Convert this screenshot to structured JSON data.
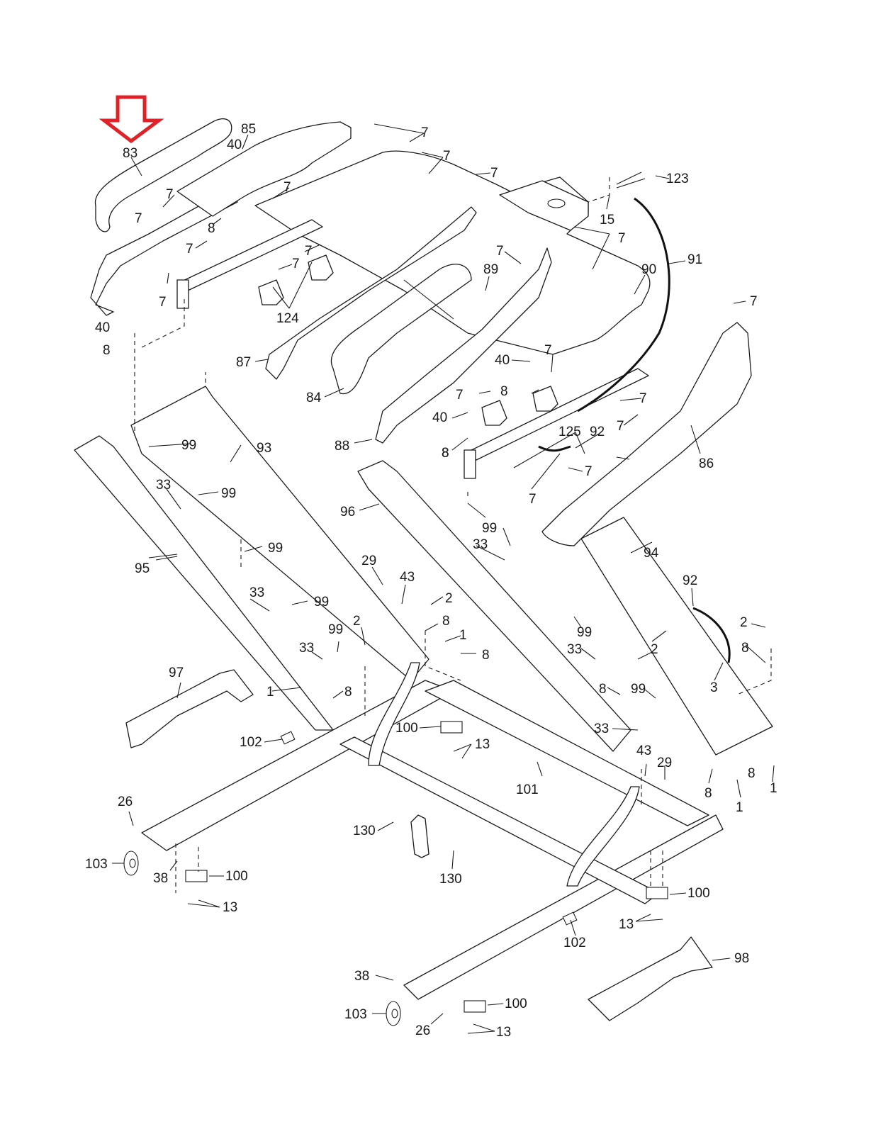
{
  "diagram": {
    "title": "Treadmill frame exploded parts diagram",
    "highlight": {
      "part": "83",
      "indicator": "down-arrow",
      "color": "#e02128"
    },
    "callouts": [
      {
        "id": "c83",
        "text": "83"
      },
      {
        "id": "c85",
        "text": "85"
      },
      {
        "id": "c40a",
        "text": "40"
      },
      {
        "id": "c7a",
        "text": "7"
      },
      {
        "id": "c7b",
        "text": "7"
      },
      {
        "id": "c7c",
        "text": "7"
      },
      {
        "id": "c7d",
        "text": "7"
      },
      {
        "id": "c7e",
        "text": "7"
      },
      {
        "id": "c7f",
        "text": "7"
      },
      {
        "id": "c7g",
        "text": "7"
      },
      {
        "id": "c7h",
        "text": "7"
      },
      {
        "id": "c7i",
        "text": "7"
      },
      {
        "id": "c7j",
        "text": "7"
      },
      {
        "id": "c7k",
        "text": "7"
      },
      {
        "id": "c7l",
        "text": "7"
      },
      {
        "id": "c7m",
        "text": "7"
      },
      {
        "id": "c7n",
        "text": "7"
      },
      {
        "id": "c7o",
        "text": "7"
      },
      {
        "id": "c7p",
        "text": "7"
      },
      {
        "id": "c7q",
        "text": "7"
      },
      {
        "id": "c7r",
        "text": "7"
      },
      {
        "id": "c7s",
        "text": "7"
      },
      {
        "id": "c8a",
        "text": "8"
      },
      {
        "id": "c8b",
        "text": "8"
      },
      {
        "id": "c8c",
        "text": "8"
      },
      {
        "id": "c8d",
        "text": "8"
      },
      {
        "id": "c8e",
        "text": "8"
      },
      {
        "id": "c8f",
        "text": "8"
      },
      {
        "id": "c8g",
        "text": "8"
      },
      {
        "id": "c8h",
        "text": "8"
      },
      {
        "id": "c8i",
        "text": "8"
      },
      {
        "id": "c8j",
        "text": "8"
      },
      {
        "id": "c8k",
        "text": "8"
      },
      {
        "id": "c8l",
        "text": "8"
      },
      {
        "id": "c40b",
        "text": "40"
      },
      {
        "id": "c40c",
        "text": "40"
      },
      {
        "id": "c40d",
        "text": "40"
      },
      {
        "id": "c123",
        "text": "123"
      },
      {
        "id": "c15",
        "text": "15"
      },
      {
        "id": "c91",
        "text": "91"
      },
      {
        "id": "c90",
        "text": "90"
      },
      {
        "id": "c89",
        "text": "89"
      },
      {
        "id": "c124",
        "text": "124"
      },
      {
        "id": "c87",
        "text": "87"
      },
      {
        "id": "c84",
        "text": "84"
      },
      {
        "id": "c88",
        "text": "88"
      },
      {
        "id": "c125",
        "text": "125"
      },
      {
        "id": "c92a",
        "text": "92"
      },
      {
        "id": "c86",
        "text": "86"
      },
      {
        "id": "c93",
        "text": "93"
      },
      {
        "id": "c99a",
        "text": "99"
      },
      {
        "id": "c99b",
        "text": "99"
      },
      {
        "id": "c99c",
        "text": "99"
      },
      {
        "id": "c99d",
        "text": "99"
      },
      {
        "id": "c99e",
        "text": "99"
      },
      {
        "id": "c99f",
        "text": "99"
      },
      {
        "id": "c99g",
        "text": "99"
      },
      {
        "id": "c99h",
        "text": "99"
      },
      {
        "id": "c33a",
        "text": "33"
      },
      {
        "id": "c33b",
        "text": "33"
      },
      {
        "id": "c33c",
        "text": "33"
      },
      {
        "id": "c33d",
        "text": "33"
      },
      {
        "id": "c33e",
        "text": "33"
      },
      {
        "id": "c33f",
        "text": "33"
      },
      {
        "id": "c95",
        "text": "95"
      },
      {
        "id": "c96",
        "text": "96"
      },
      {
        "id": "c94",
        "text": "94"
      },
      {
        "id": "c92b",
        "text": "92"
      },
      {
        "id": "c29a",
        "text": "29"
      },
      {
        "id": "c43a",
        "text": "43"
      },
      {
        "id": "c2a",
        "text": "2"
      },
      {
        "id": "c2b",
        "text": "2"
      },
      {
        "id": "c2c",
        "text": "2"
      },
      {
        "id": "c2d",
        "text": "2"
      },
      {
        "id": "c1a",
        "text": "1"
      },
      {
        "id": "c1b",
        "text": "1"
      },
      {
        "id": "c1c",
        "text": "1"
      },
      {
        "id": "c1d",
        "text": "1"
      },
      {
        "id": "c3",
        "text": "3"
      },
      {
        "id": "c97",
        "text": "97"
      },
      {
        "id": "c102a",
        "text": "102"
      },
      {
        "id": "c100a",
        "text": "100"
      },
      {
        "id": "c13a",
        "text": "13"
      },
      {
        "id": "c101",
        "text": "101"
      },
      {
        "id": "c43b",
        "text": "43"
      },
      {
        "id": "c29b",
        "text": "29"
      },
      {
        "id": "c26a",
        "text": "26"
      },
      {
        "id": "c103a",
        "text": "103"
      },
      {
        "id": "c38a",
        "text": "38"
      },
      {
        "id": "c100b",
        "text": "100"
      },
      {
        "id": "c13b",
        "text": "13"
      },
      {
        "id": "c130a",
        "text": "130"
      },
      {
        "id": "c130b",
        "text": "130"
      },
      {
        "id": "c100c",
        "text": "100"
      },
      {
        "id": "c13c",
        "text": "13"
      },
      {
        "id": "c102b",
        "text": "102"
      },
      {
        "id": "c98",
        "text": "98"
      },
      {
        "id": "c38b",
        "text": "38"
      },
      {
        "id": "c103b",
        "text": "103"
      },
      {
        "id": "c26b",
        "text": "26"
      },
      {
        "id": "c100d",
        "text": "100"
      },
      {
        "id": "c13d",
        "text": "13"
      }
    ]
  }
}
